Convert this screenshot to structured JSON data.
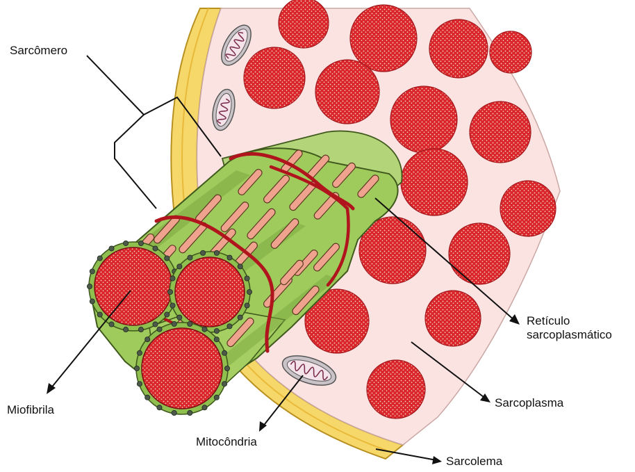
{
  "labels": {
    "sarcomero": "Sarcômero",
    "reticulo": "Retículo\nsarcoplasmático",
    "sarcoplasma": "Sarcoplasma",
    "miofibrila": "Miofibrila",
    "mitocondria": "Mitocôndria",
    "sarcolema": "Sarcolema"
  },
  "colors": {
    "sarcoplasm": "#fbe3e1",
    "sarcolemma": "#f6d86a",
    "myofibril": "#d9262b",
    "reticulum": "#9fca5c",
    "reticulum_dark": "#6e9b35",
    "tubule": "#efa38e",
    "t_tubule": "#b0141c",
    "mitochondria": "#c9c2c6"
  }
}
